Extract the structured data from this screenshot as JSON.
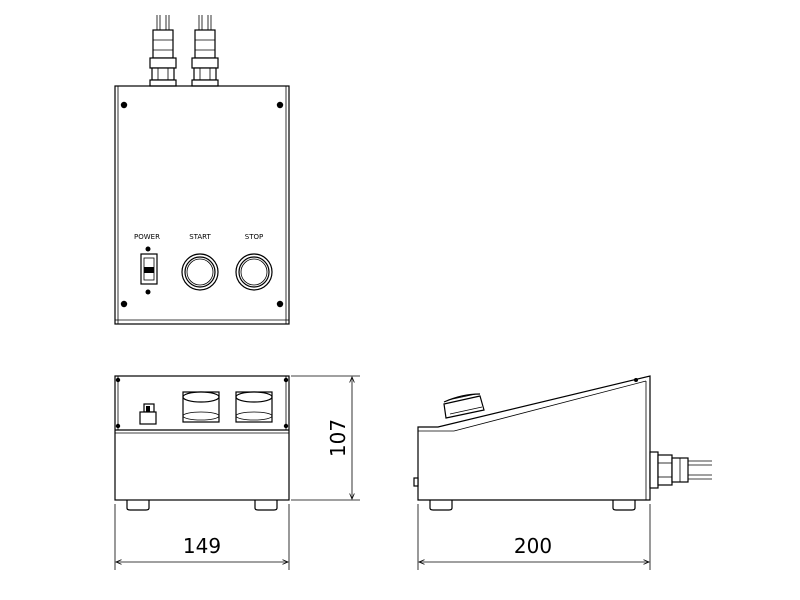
{
  "labels": {
    "power": "POWER",
    "start": "START",
    "stop": "STOP"
  },
  "dimensions": {
    "width": "149",
    "height": "107",
    "depth": "200"
  }
}
